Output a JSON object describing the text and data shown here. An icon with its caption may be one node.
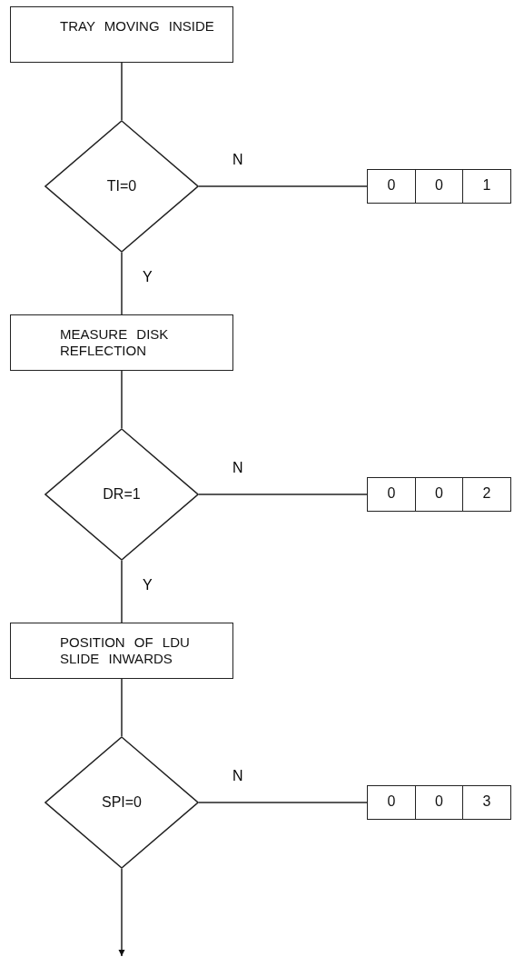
{
  "diagram": {
    "nodes": [
      {
        "text": [
          "TRAY MOVING INSIDE"
        ]
      },
      {
        "text": [
          "TI=0"
        ]
      },
      {
        "text": [
          "0",
          "0",
          "1"
        ]
      },
      {
        "text": [
          "MEASURE DISK REFLECTION"
        ]
      },
      {
        "text": [
          "DR=1"
        ]
      },
      {
        "text": [
          "0",
          "0",
          "2"
        ]
      },
      {
        "text": [
          "POSITION OF LDU SLIDE INWARDS"
        ]
      },
      {
        "text": [
          "SPI=0"
        ]
      },
      {
        "text": [
          "0",
          "0",
          "3"
        ]
      }
    ],
    "edges": [
      {
        "from": 0,
        "to": 1,
        "arrow": "none"
      },
      {
        "from": 1,
        "to": 2,
        "arrow": "none",
        "label": "N"
      },
      {
        "from": 1,
        "to": 3,
        "arrow": "none",
        "label": "Y"
      },
      {
        "from": 3,
        "to": 4,
        "arrow": "none"
      },
      {
        "from": 4,
        "to": 5,
        "arrow": "none",
        "label": "N"
      },
      {
        "from": 4,
        "to": 6,
        "arrow": "none",
        "label": "Y"
      },
      {
        "from": 6,
        "to": 7,
        "arrow": "none"
      },
      {
        "from": 7,
        "to": 8,
        "arrow": "none",
        "label": "N"
      },
      {
        "from": 7,
        "to": null,
        "arrow": "to"
      }
    ]
  }
}
